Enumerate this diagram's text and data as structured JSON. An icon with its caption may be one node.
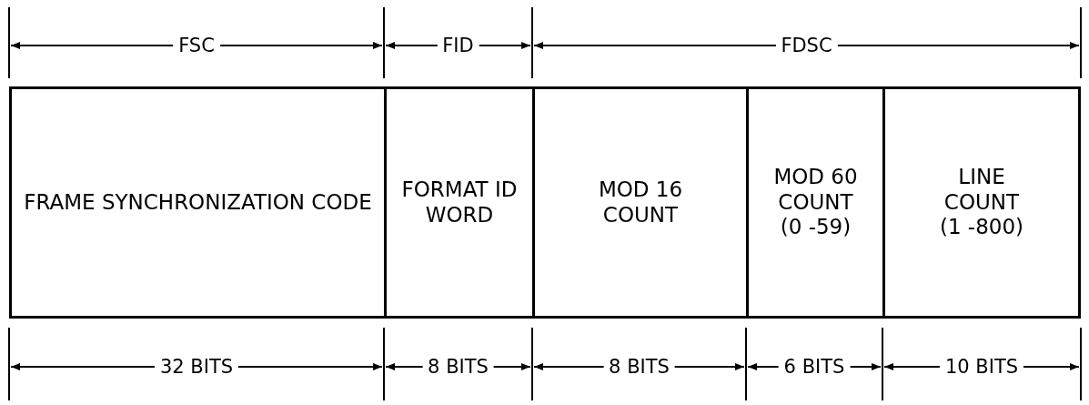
{
  "diagram": {
    "nodes": [
      {
        "text": [
          "FRAME SYNCHRONIZATION CODE"
        ]
      },
      {
        "text": [
          "FORMAT ID WORD"
        ]
      },
      {
        "text": [
          "MOD 16 COUNT"
        ]
      },
      {
        "text": [
          "MOD 60 COUNT",
          "(0 -59)"
        ]
      },
      {
        "text": [
          "LINE COUNT",
          "(1 -800)"
        ]
      }
    ],
    "labels": [
      "FSC",
      "FID",
      "FDSC",
      "32 BITS",
      "8 BITS",
      "8 BITS",
      "6 BITS",
      "10 BITS"
    ]
  }
}
